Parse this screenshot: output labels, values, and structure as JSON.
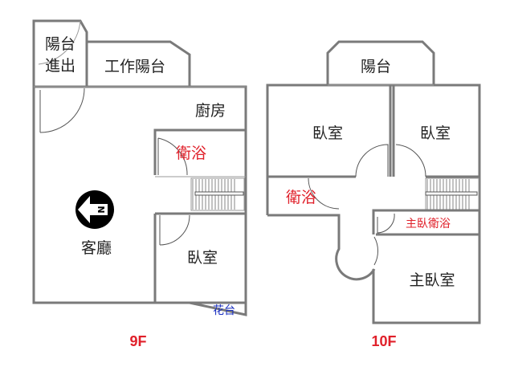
{
  "floor_9f": {
    "title": "9F",
    "rooms": {
      "balcony_entry_1": "陽台",
      "balcony_entry_2": "進出",
      "work_balcony": "工作陽台",
      "kitchen": "廚房",
      "bathroom": "衛浴",
      "living_room": "客廳",
      "bedroom": "臥室",
      "flower_bed": "花台"
    },
    "compass_label": "N"
  },
  "floor_10f": {
    "title": "10F",
    "rooms": {
      "balcony": "陽台",
      "bedroom_left": "臥室",
      "bedroom_right": "臥室",
      "bathroom": "衛浴",
      "master_bathroom": "主臥衛浴",
      "master_bedroom": "主臥室"
    }
  },
  "colors": {
    "wall": "#7a7a7a",
    "label_red": "#e0202a",
    "label_blue": "#1a2fc0"
  }
}
